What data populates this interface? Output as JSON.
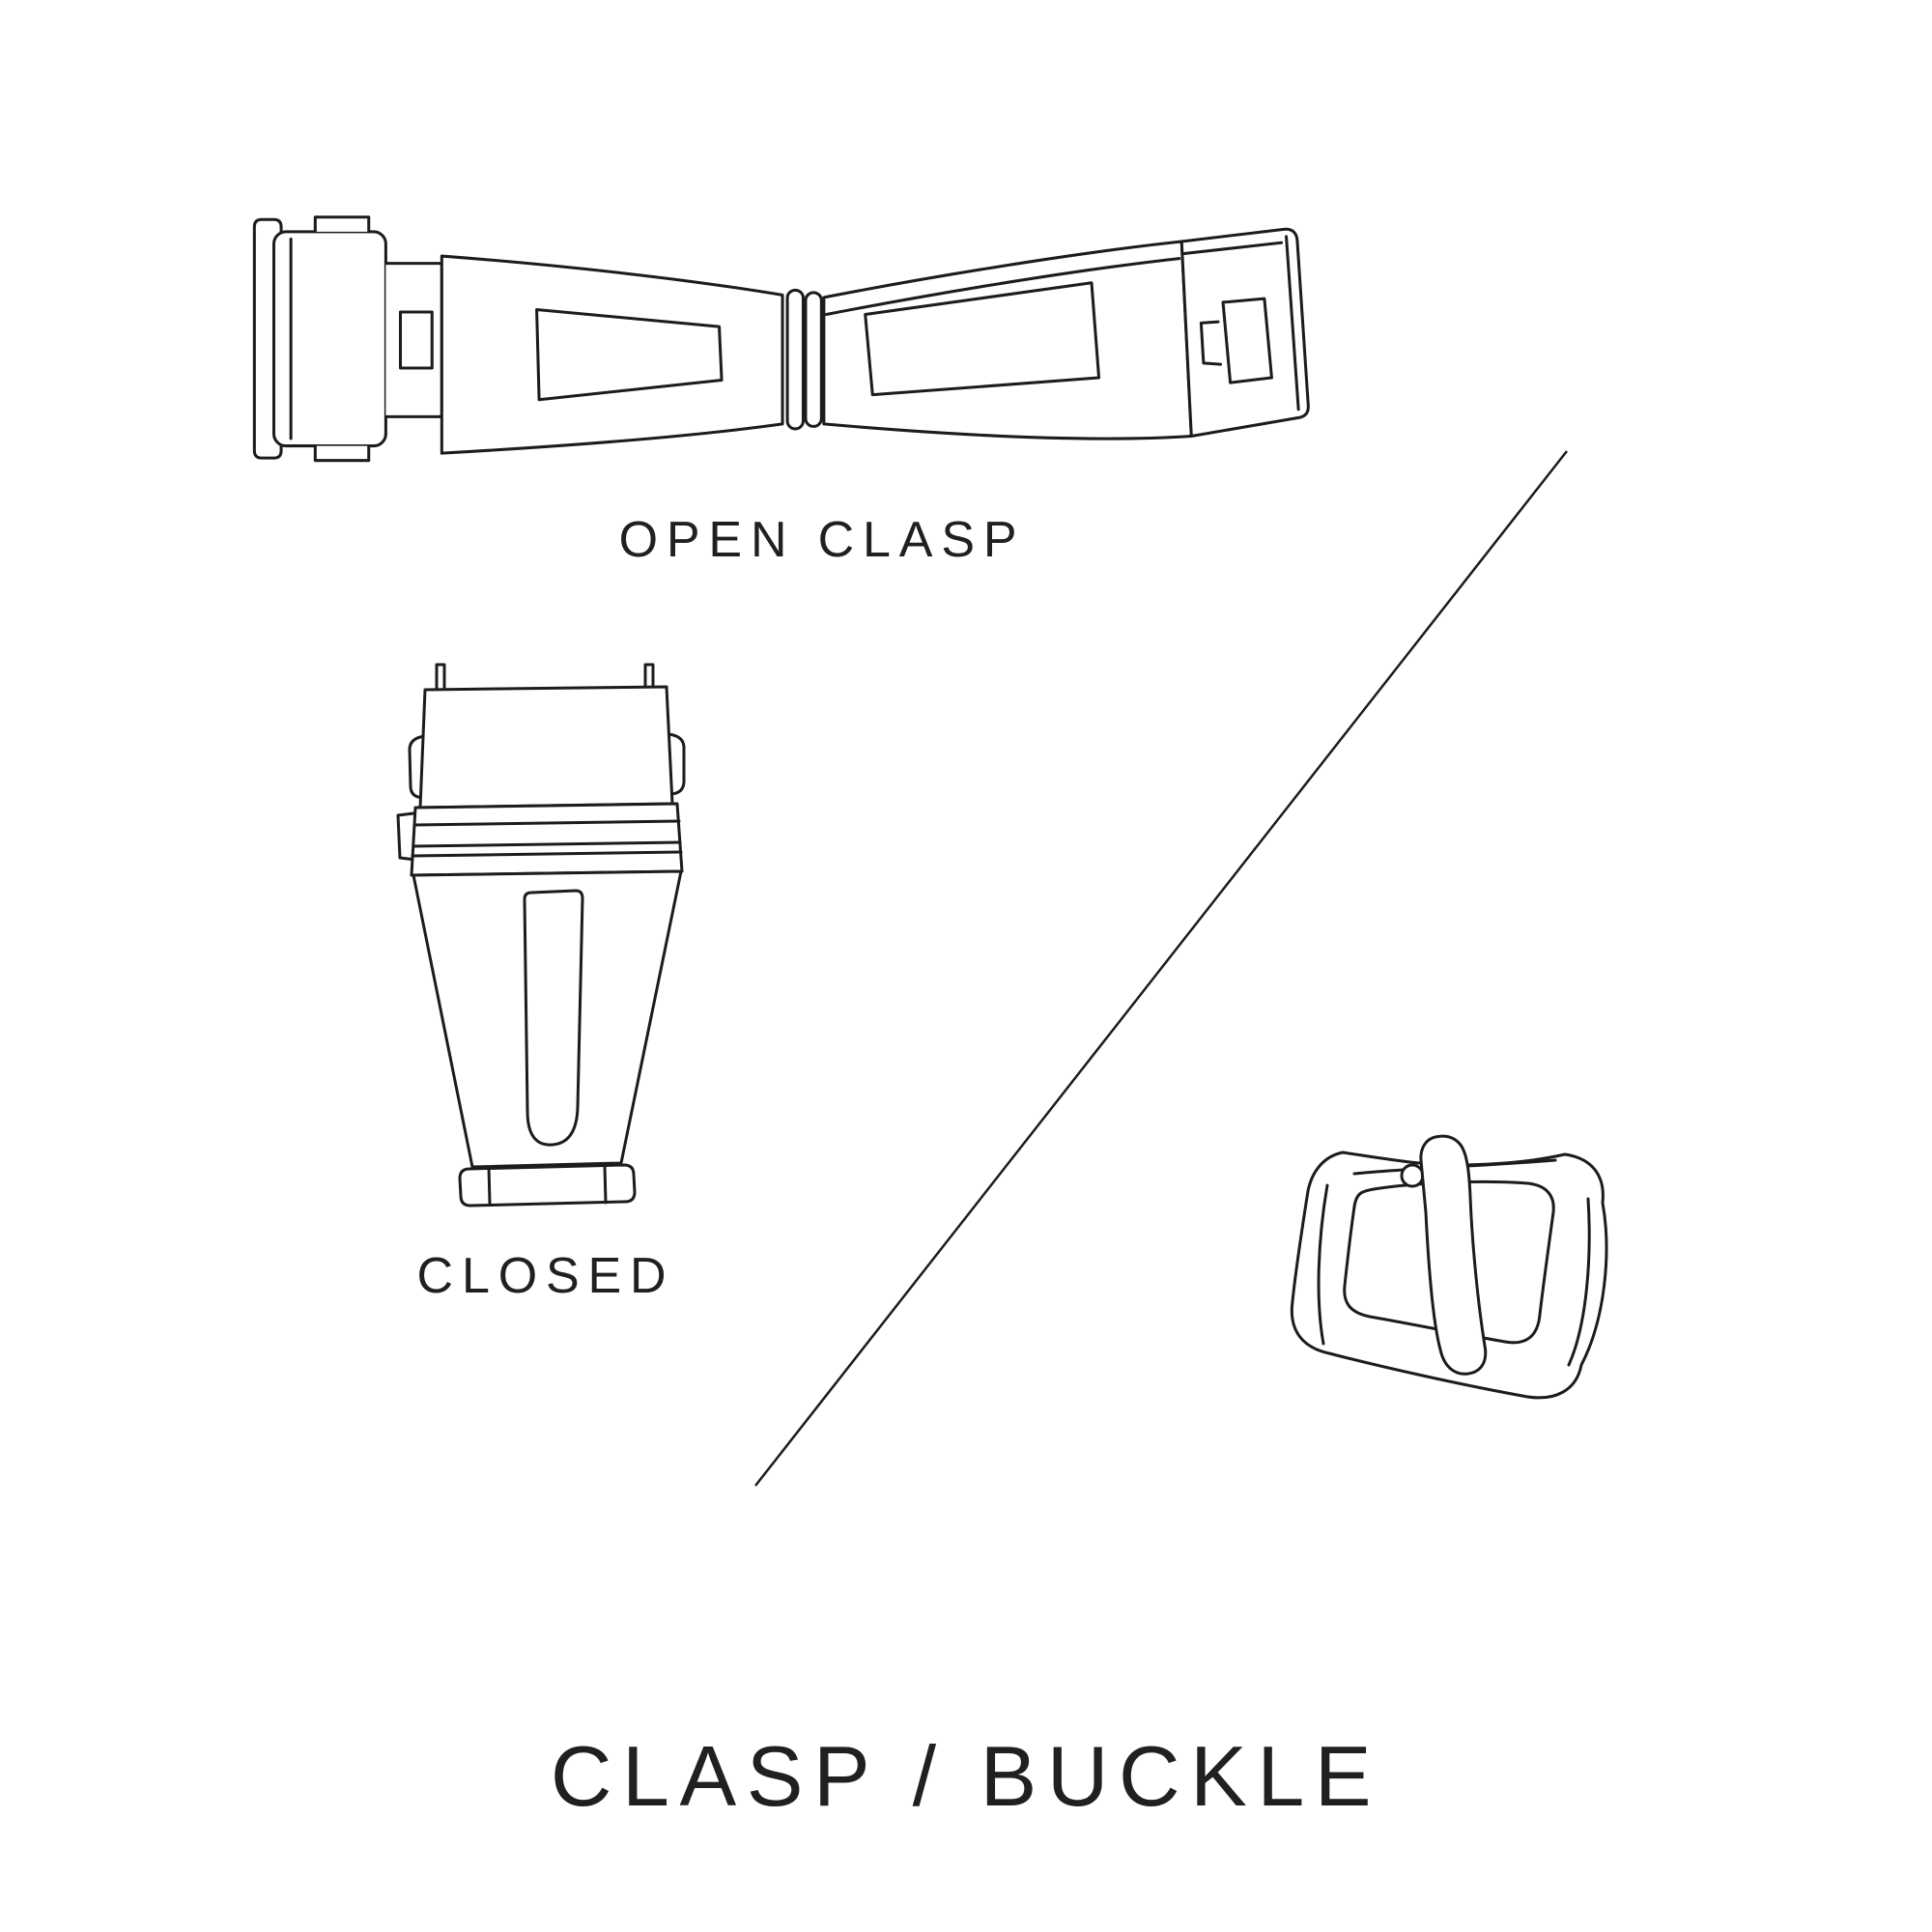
{
  "title": "CLASP / BUCKLE",
  "labels": {
    "open_clasp": "OPEN CLASP",
    "closed_clasp": "CLOSED"
  },
  "colors": {
    "background": "#ffffff",
    "line": "#1c1c1c",
    "text": "#202020"
  }
}
